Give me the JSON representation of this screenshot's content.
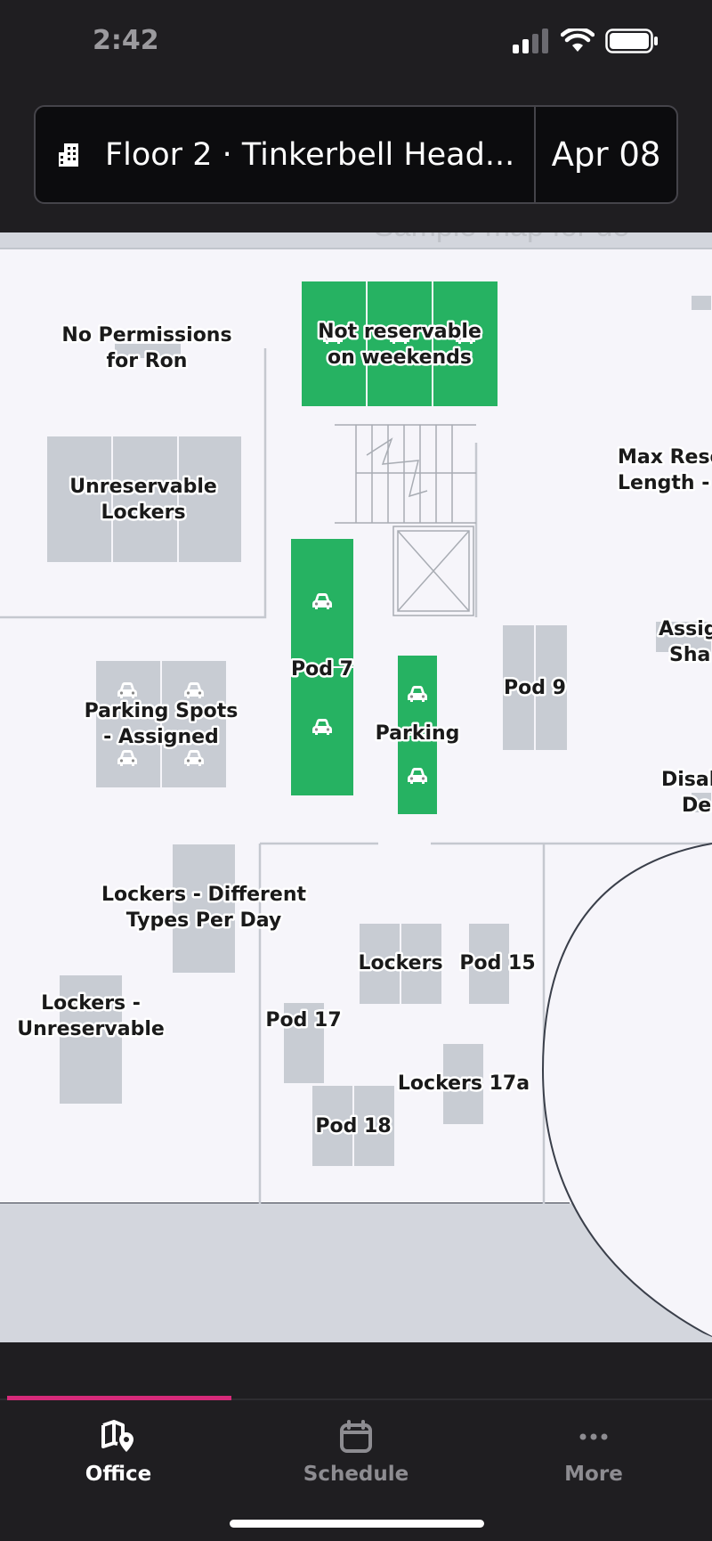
{
  "status_bar": {
    "time": "2:42"
  },
  "header": {
    "floor_label": "Floor 2 · Tinkerbell Head...",
    "date_label": "Apr 08"
  },
  "map": {
    "partial_top_text": "Sample map for de",
    "labels": {
      "no_permissions_1": "No Permissions",
      "no_permissions_2": "for Ron",
      "not_reservable_1": "Not reservable",
      "not_reservable_2": "on weekends",
      "unreservable_lockers_1": "Unreservable",
      "unreservable_lockers_2": "Lockers",
      "max_res_1": "Max Rese",
      "max_res_2": "Length -",
      "pod7": "Pod 7",
      "pod9": "Pod 9",
      "assig_1": "Assig",
      "assig_2": "Sha",
      "parking_assigned_1": "Parking Spots",
      "parking_assigned_2": "- Assigned",
      "parking": "Parking",
      "disab_1": "Disal",
      "disab_2": "De",
      "lockers_diff_1": "Lockers - Different",
      "lockers_diff_2": "Types Per Day",
      "lockers": "Lockers",
      "pod15": "Pod 15",
      "lockers_unres_1": "Lockers -",
      "lockers_unres_2": "Unreservable",
      "pod17": "Pod 17",
      "lockers17a": "Lockers 17a",
      "pod18": "Pod 18"
    }
  },
  "tabs": [
    {
      "label": "Office",
      "icon": "office-map-pin-icon",
      "active": true
    },
    {
      "label": "Schedule",
      "icon": "calendar-icon",
      "active": false
    },
    {
      "label": "More",
      "icon": "more-dots-icon",
      "active": false
    }
  ],
  "colors": {
    "available": "#26b262",
    "unavailable": "#c8ccd3",
    "accent": "#d62a7a",
    "background": "#1f1e21"
  }
}
